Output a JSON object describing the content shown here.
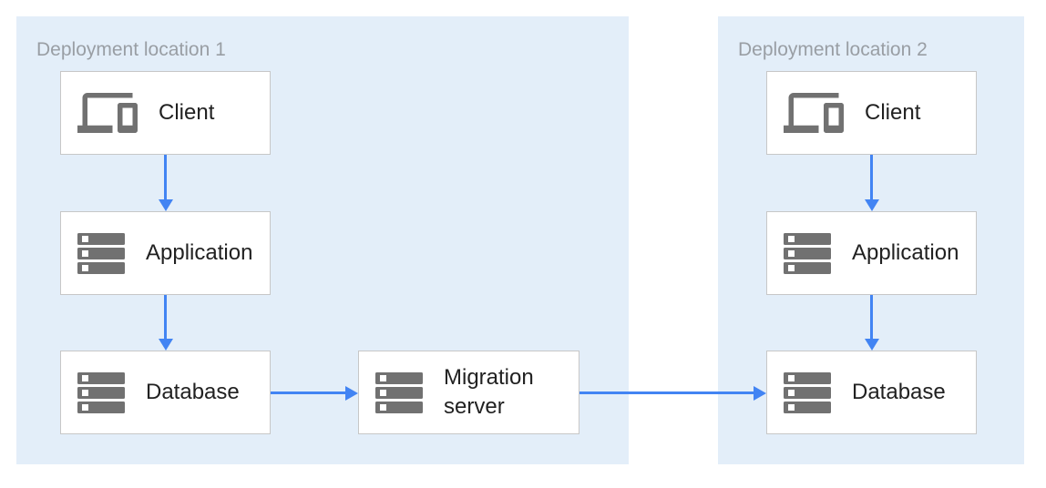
{
  "zones": [
    {
      "title": "Deployment location 1",
      "nodes": [
        {
          "label": "Client",
          "icon": "devices-icon"
        },
        {
          "label": "Application",
          "icon": "server-rack-icon"
        },
        {
          "label": "Database",
          "icon": "server-rack-icon"
        }
      ]
    },
    {
      "title": "Deployment location 2",
      "nodes": [
        {
          "label": "Client",
          "icon": "devices-icon"
        },
        {
          "label": "Application",
          "icon": "server-rack-icon"
        },
        {
          "label": "Database",
          "icon": "server-rack-icon"
        }
      ]
    }
  ],
  "middle": {
    "node": {
      "label": "Migration server",
      "icon": "server-rack-icon"
    }
  },
  "edges": [
    {
      "from": "client-1",
      "to": "application-1",
      "direction": "down"
    },
    {
      "from": "application-1",
      "to": "database-1",
      "direction": "down"
    },
    {
      "from": "database-1",
      "to": "migration-server",
      "direction": "right"
    },
    {
      "from": "migration-server",
      "to": "database-2",
      "direction": "right"
    },
    {
      "from": "client-2",
      "to": "application-2",
      "direction": "down"
    },
    {
      "from": "application-2",
      "to": "database-2",
      "direction": "down"
    }
  ],
  "theme": {
    "zone-bg": "#E3EEF9",
    "node-bg": "#FFFFFF",
    "node-border": "#C7C7C7",
    "arrow": "#4284F3",
    "icon": "#717171",
    "label": "#212121",
    "zone-title": "#999EA4",
    "canvas-bg": "#FFFFFF"
  }
}
